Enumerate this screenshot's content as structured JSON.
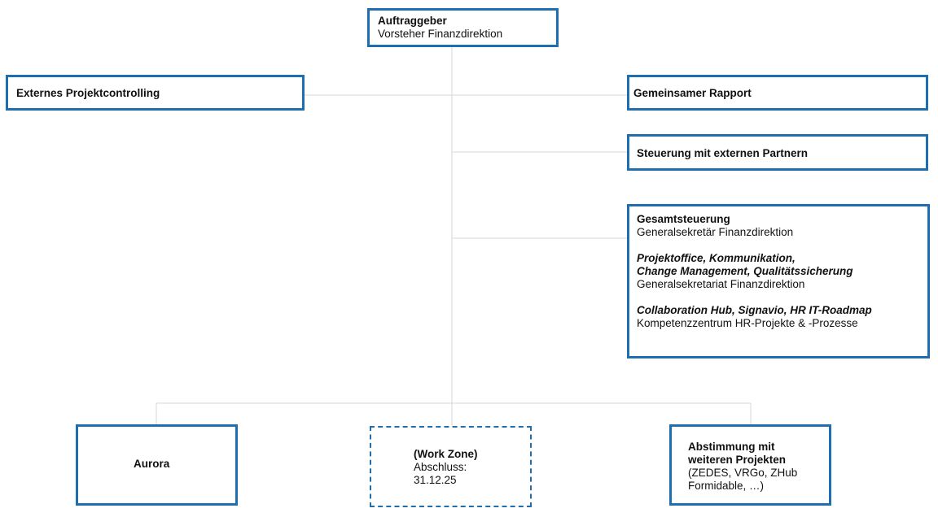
{
  "colors": {
    "box_border": "#1f6fb0",
    "connector": "#d7d7d7"
  },
  "auftraggeber": {
    "title": "Auftraggeber",
    "subtitle": "Vorsteher Finanzdirektion"
  },
  "externes": {
    "title": "Externes Projektcontrolling"
  },
  "rapport": {
    "title": "Gemeinsamer Rapport"
  },
  "steuerung": {
    "title": "Steuerung mit externen Partnern"
  },
  "gesamt": {
    "title": "Gesamtsteuerung",
    "subtitle": "Generalsekretär Finanzdirektion",
    "section2_line1": "Projektoffice, Kommunikation,",
    "section2_line2": "Change Management, Qualitätssicherung",
    "section2_sub": "Generalsekretariat Finanzdirektion",
    "section3_title": "Collaboration Hub, Signavio, HR IT-Roadmap",
    "section3_sub": "Kompetenzzentrum HR-Projekte & -Prozesse"
  },
  "aurora": {
    "title": "Aurora"
  },
  "workzone": {
    "title": "(Work Zone)",
    "line1": "Abschluss:",
    "line2": "31.12.25"
  },
  "abstimmung": {
    "title_line1": "Abstimmung mit",
    "title_line2": "weiteren Projekten",
    "line1": "(ZEDES, VRGo, ZHub",
    "line2": "Formidable, …)"
  }
}
